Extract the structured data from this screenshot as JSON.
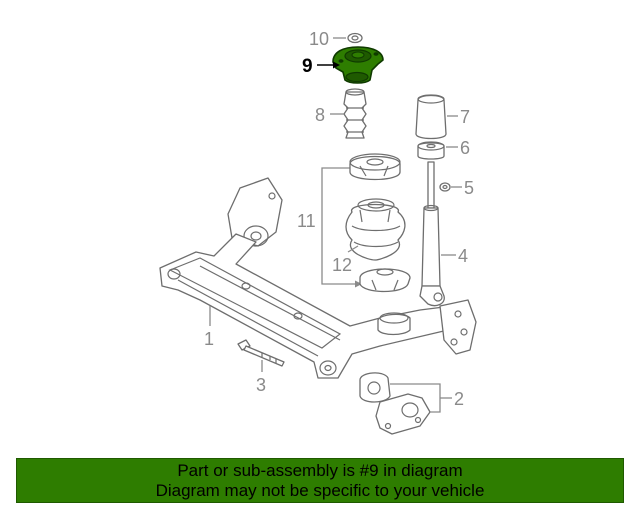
{
  "callouts": {
    "c1": "1",
    "c2": "2",
    "c3": "3",
    "c4": "4",
    "c5": "5",
    "c6": "6",
    "c7": "7",
    "c8": "8",
    "c9": "9",
    "c10": "10",
    "c11": "11",
    "c12": "12"
  },
  "highlight": {
    "part_number": "9",
    "color": "#2e7d00"
  },
  "banner": {
    "line1": "Part or sub-assembly is #9 in diagram",
    "line2": "Diagram may not be specific to your vehicle",
    "background": "#2e7d00"
  }
}
